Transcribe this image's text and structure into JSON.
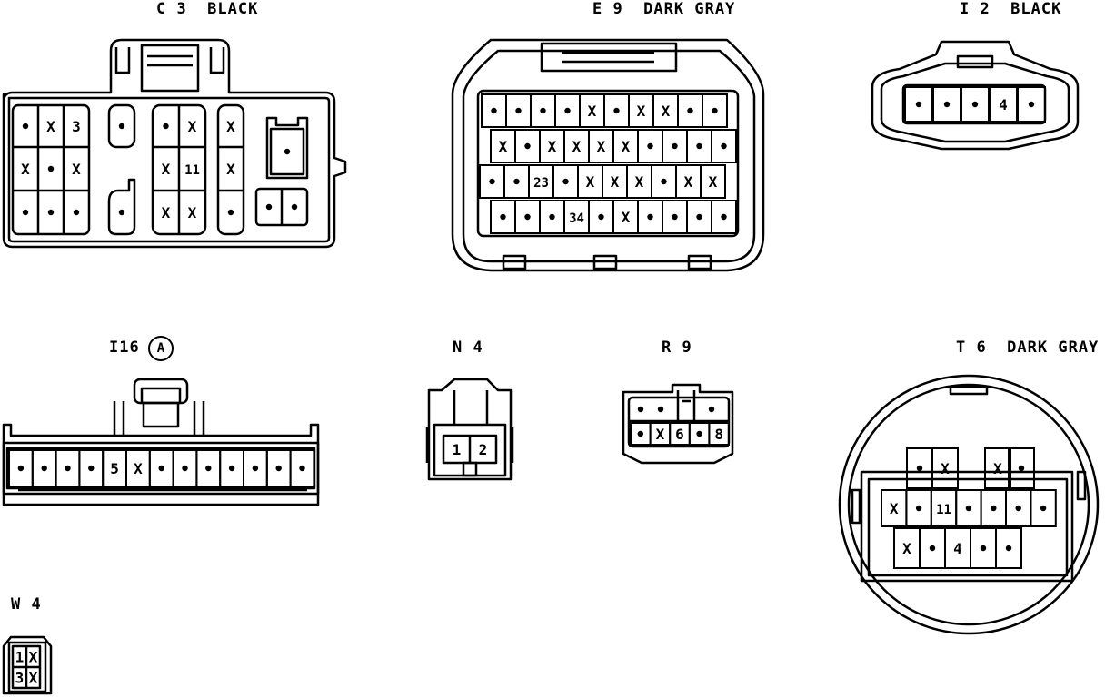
{
  "labels": {
    "c3": "C 3  BLACK",
    "e9": "E 9  DARK GRAY",
    "i2": "I 2  BLACK",
    "i16": "I16",
    "i16_badge": "A",
    "n4": "N 4",
    "r9": "R 9",
    "t6": "T 6  DARK GRAY",
    "w4": "W 4"
  },
  "connectors": {
    "c3": {
      "pins": [
        "•",
        "X",
        "3",
        "•",
        "•",
        "X",
        "X",
        "X",
        "•",
        "X",
        "X",
        "11",
        "X",
        "•",
        "•",
        "•",
        "•",
        "•",
        "X",
        "X",
        "•",
        "•"
      ]
    },
    "e9": {
      "row1": [
        "•",
        "•",
        "•",
        "•",
        "X",
        "•",
        "X",
        "X",
        "•",
        "•"
      ],
      "row2": [
        "X",
        "•",
        "X",
        "X",
        "X",
        "X",
        "•",
        "•",
        "•",
        "•"
      ],
      "row3": [
        "•",
        "•",
        "23",
        "•",
        "X",
        "X",
        "X",
        "•",
        "X",
        "X"
      ],
      "row4": [
        "•",
        "•",
        "•",
        "34",
        "•",
        "X",
        "•",
        "•",
        "•",
        "•"
      ]
    },
    "i2": {
      "pins": [
        "•",
        "•",
        "•",
        "4",
        "•"
      ]
    },
    "i16": {
      "pins": [
        "•",
        "•",
        "•",
        "•",
        "5",
        "X",
        "•",
        "•",
        "•",
        "•",
        "•",
        "•",
        "•"
      ]
    },
    "n4": {
      "pins": [
        "1",
        "2"
      ]
    },
    "r9": {
      "top": [
        "•",
        "•",
        "•"
      ],
      "bottom": [
        "•",
        "X",
        "6",
        "•",
        "8"
      ]
    },
    "t6": {
      "row1": [
        "•",
        "X",
        "X",
        "•"
      ],
      "row2": [
        "X",
        "•",
        "11",
        "•",
        "•",
        "•",
        "•"
      ],
      "row3": [
        "X",
        "•",
        "4",
        "•",
        "•"
      ]
    },
    "w4": {
      "pins": [
        "1",
        "X",
        "3",
        "X"
      ]
    }
  }
}
